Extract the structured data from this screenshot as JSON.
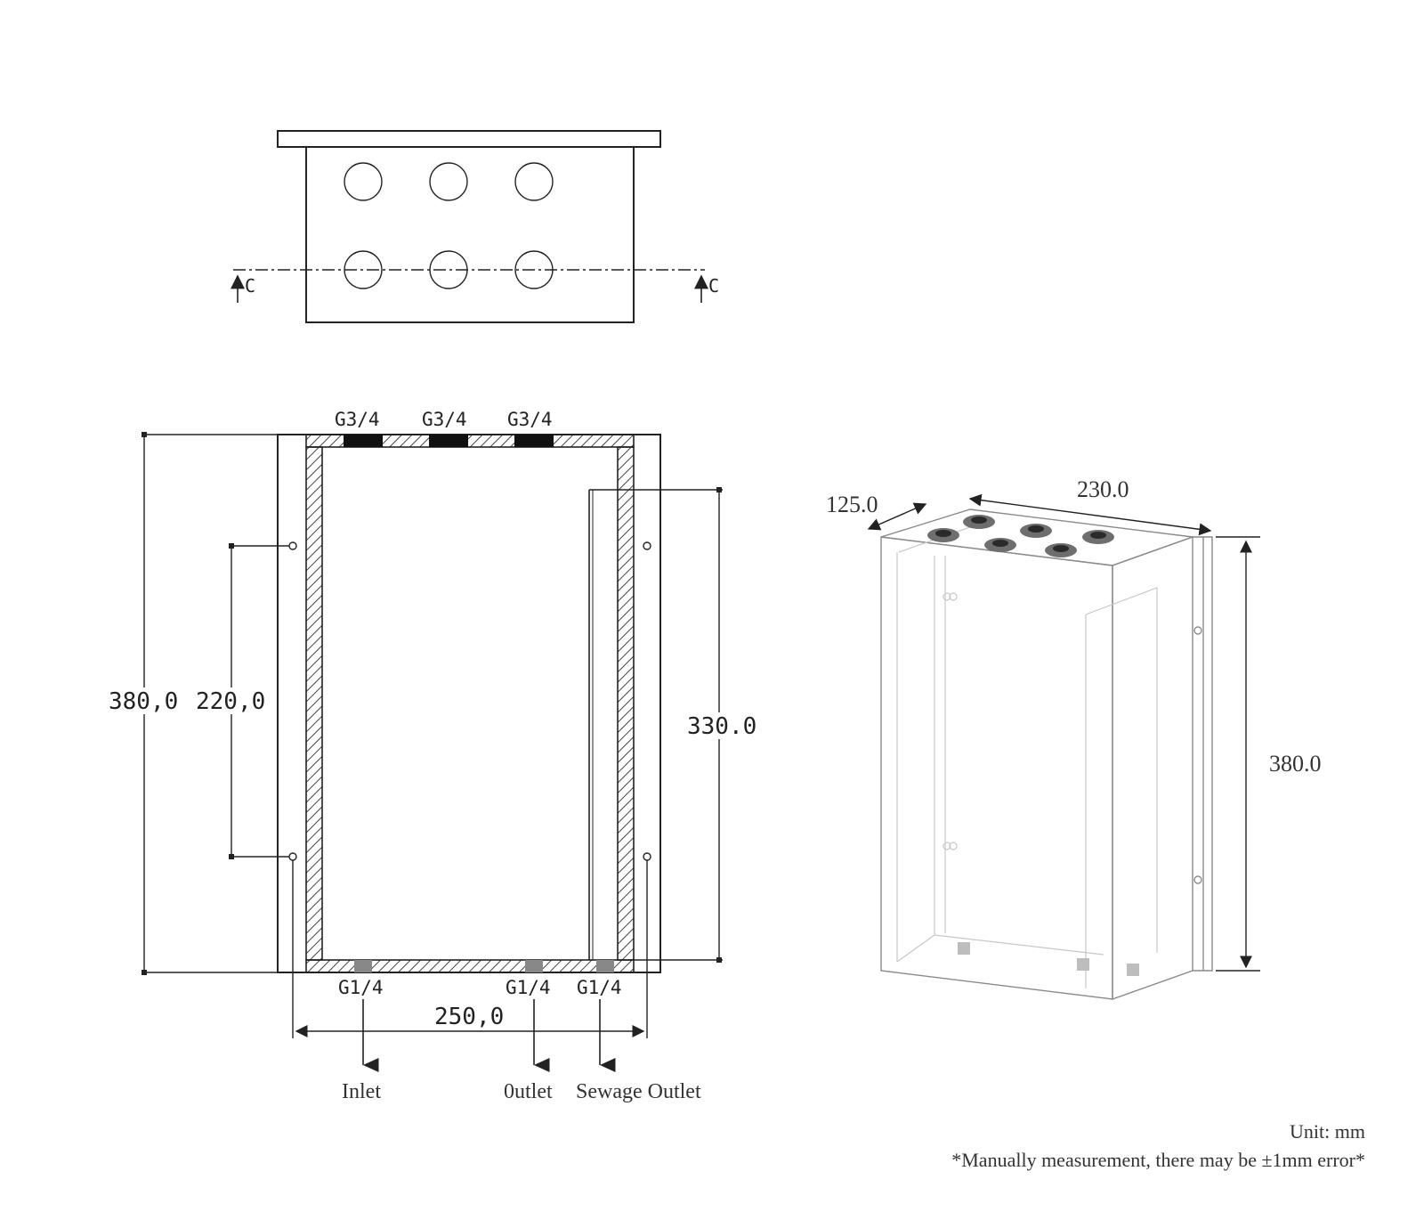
{
  "top_view": {
    "section_marker_left": "C",
    "section_marker_right": "C"
  },
  "section_view": {
    "top_ports": [
      "G3/4",
      "G3/4",
      "G3/4"
    ],
    "bottom_ports": [
      "G1/4",
      "G1/4",
      "G1/4"
    ],
    "dim_total_height": "380,0",
    "dim_mount_spacing": "220,0",
    "dim_inner_height": "330.0",
    "dim_total_width": "250,0",
    "flow_labels": [
      "Inlet",
      "0utlet",
      "Sewage Outlet"
    ]
  },
  "iso_view": {
    "dim_depth": "125.0",
    "dim_width": "230.0",
    "dim_height": "380.0"
  },
  "notes": {
    "unit": "Unit: mm",
    "disclaimer": "*Manually measurement, there may be ±1mm error*"
  },
  "colors": {
    "line": "#222222",
    "hatch": "#444444",
    "iso_outline": "#8a8a8a",
    "port_fill": "#111111",
    "small_port_fill": "#888888"
  }
}
